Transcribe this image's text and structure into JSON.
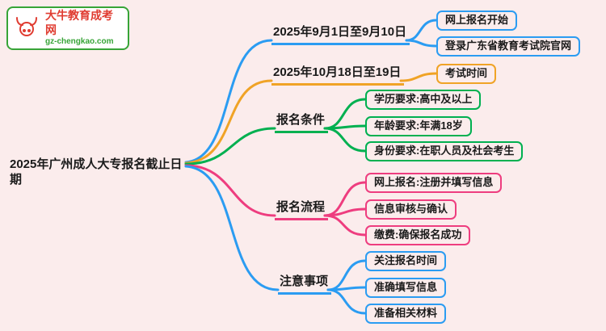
{
  "page": {
    "background": "#fbecec"
  },
  "logo": {
    "title": "大牛教育成考网",
    "url": "gz-chengkao.com",
    "brand_red": "#e03c31",
    "brand_green": "#37a437"
  },
  "root": {
    "label": "2025年广州成人大专报名截止日期"
  },
  "branches": [
    {
      "label": "2025年9月1日至9月10日",
      "color": "#2b9cf2",
      "children": [
        "网上报名开始",
        "登录广东省教育考试院官网"
      ]
    },
    {
      "label": "2025年10月18日至19日",
      "color": "#f0a326",
      "children": [
        "考试时间"
      ]
    },
    {
      "label": "报名条件",
      "color": "#00b050",
      "children": [
        "学历要求:高中及以上",
        "年龄要求:年满18岁",
        "身份要求:在职人员及社会考生"
      ]
    },
    {
      "label": "报名流程",
      "color": "#ee3d7f",
      "children": [
        "网上报名:注册并填写信息",
        "信息审核与确认",
        "缴费:确保报名成功"
      ]
    },
    {
      "label": "注意事项",
      "color": "#2b9cf2",
      "children": [
        "关注报名时间",
        "准确填写信息",
        "准备相关材料"
      ]
    }
  ]
}
